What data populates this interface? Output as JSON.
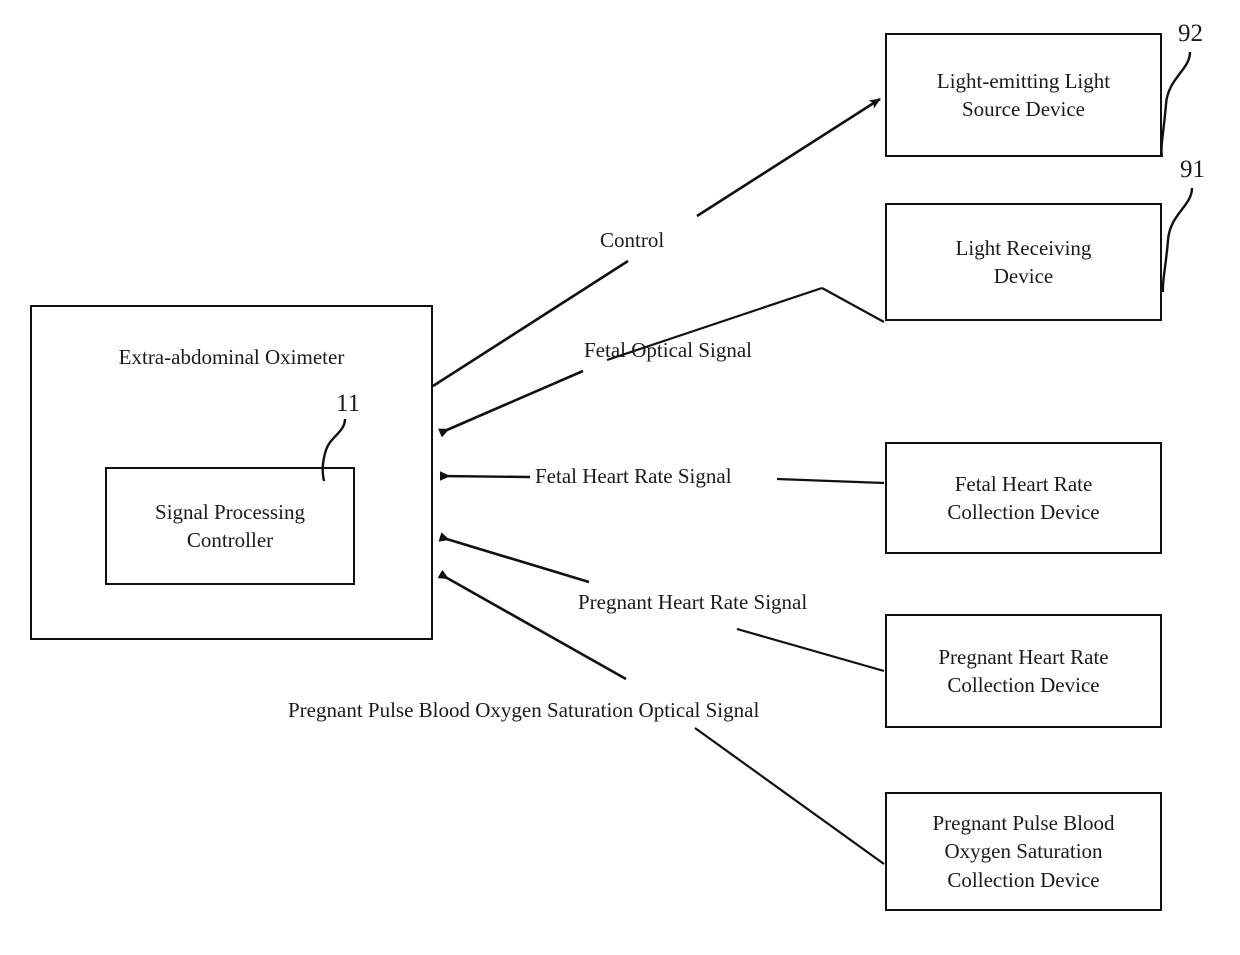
{
  "figure": {
    "type": "block-diagram",
    "title": "Extra-abdominal Oximeter System Block Diagram"
  },
  "blocks": {
    "oximeter": {
      "title": "Extra-abdominal Oximeter",
      "ref": "11"
    },
    "controller": {
      "label": "Signal Processing\nController"
    },
    "light_source": {
      "label": "Light-emitting Light\nSource Device",
      "ref": "92"
    },
    "light_receiving": {
      "label": "Light Receiving\nDevice",
      "ref": "91"
    },
    "fetal_heart_rate": {
      "label": "Fetal Heart Rate\nCollection Device"
    },
    "pregnant_heart_rate": {
      "label": "Pregnant Heart Rate\nCollection Device"
    },
    "pregnant_spo2": {
      "label": "Pregnant Pulse Blood\nOxygen Saturation\nCollection Device"
    }
  },
  "connections": [
    {
      "id": "control",
      "label": "Control",
      "from": "oximeter",
      "to": "light_source",
      "direction": "oximeter-to-device"
    },
    {
      "id": "fetal-optical",
      "label": "Fetal Optical Signal",
      "from": "light_receiving",
      "to": "oximeter",
      "direction": "device-to-oximeter"
    },
    {
      "id": "fetal-heart-rate",
      "label": "Fetal Heart Rate Signal",
      "from": "fetal_heart_rate",
      "to": "oximeter",
      "direction": "device-to-oximeter"
    },
    {
      "id": "pregnant-heart-rate",
      "label": "Pregnant Heart Rate Signal",
      "from": "pregnant_heart_rate",
      "to": "oximeter",
      "direction": "device-to-oximeter"
    },
    {
      "id": "pregnant-spo2",
      "label": "Pregnant Pulse Blood Oxygen Saturation Optical Signal",
      "from": "pregnant_spo2",
      "to": "oximeter",
      "direction": "device-to-oximeter"
    }
  ],
  "colors": {
    "ink": "#111111",
    "text": "#1a1a1a",
    "background": "#ffffff"
  }
}
